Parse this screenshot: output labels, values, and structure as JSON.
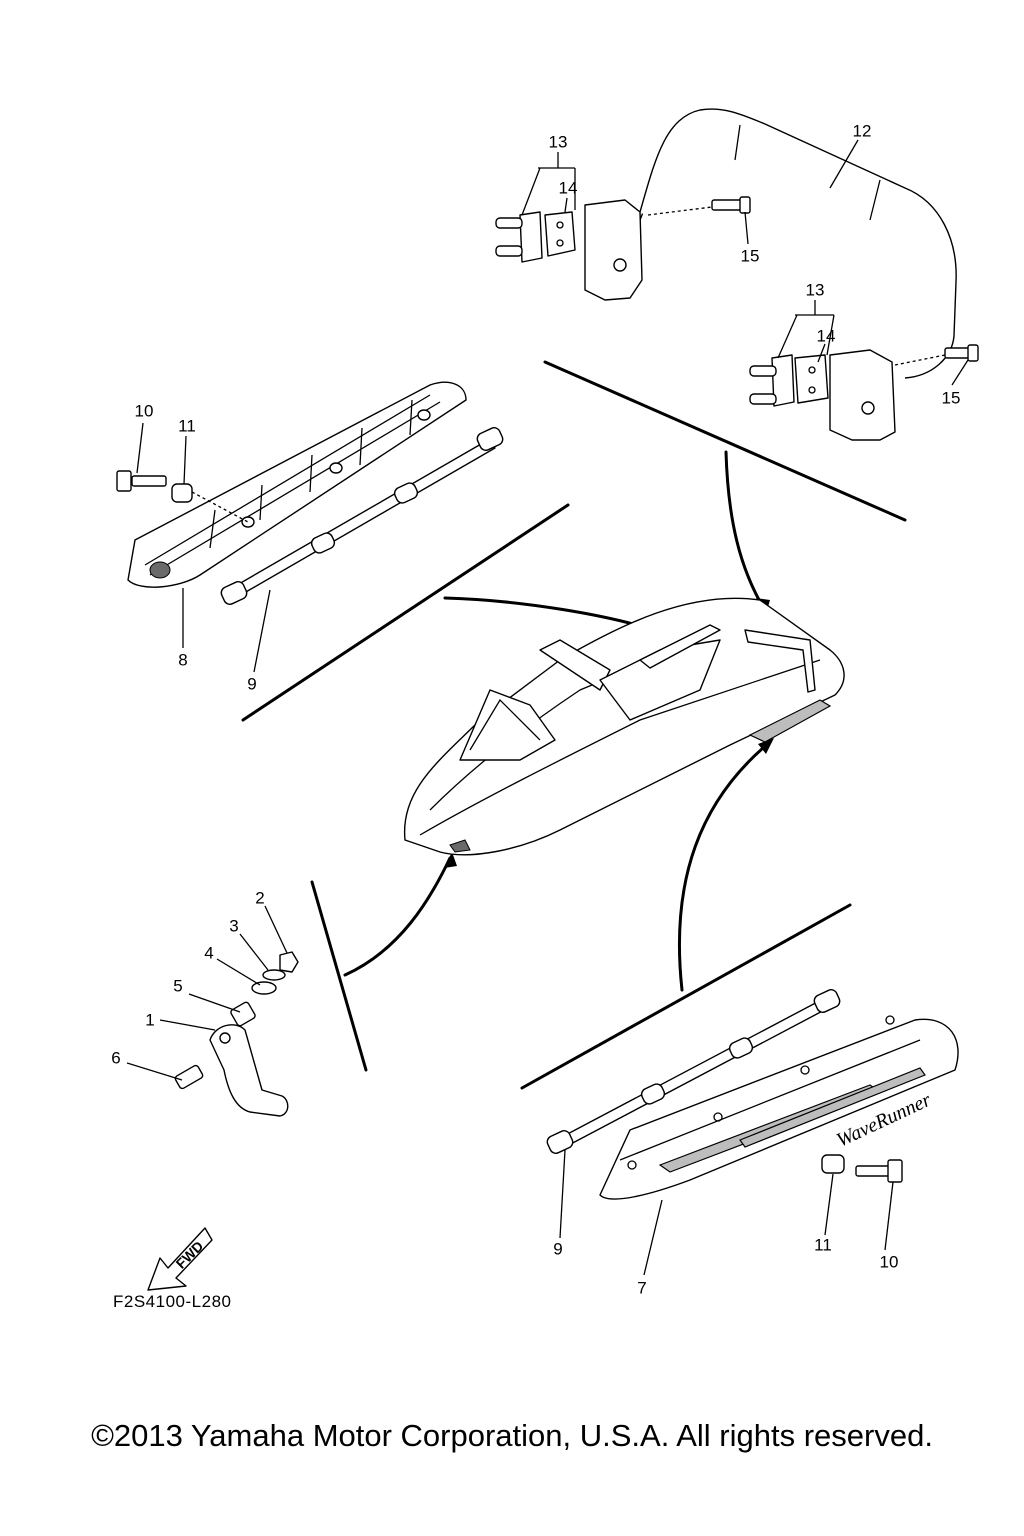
{
  "callouts": [
    {
      "id": "c-13a",
      "text": "13"
    },
    {
      "id": "c-14a",
      "text": "14"
    },
    {
      "id": "c-12",
      "text": "12"
    },
    {
      "id": "c-15a",
      "text": "15"
    },
    {
      "id": "c-13b",
      "text": "13"
    },
    {
      "id": "c-14b",
      "text": "14"
    },
    {
      "id": "c-15b",
      "text": "15"
    },
    {
      "id": "c-10a",
      "text": "10"
    },
    {
      "id": "c-11a",
      "text": "11"
    },
    {
      "id": "c-8",
      "text": "8"
    },
    {
      "id": "c-9a",
      "text": "9"
    },
    {
      "id": "c-2",
      "text": "2"
    },
    {
      "id": "c-3",
      "text": "3"
    },
    {
      "id": "c-4",
      "text": "4"
    },
    {
      "id": "c-5",
      "text": "5"
    },
    {
      "id": "c-1",
      "text": "1"
    },
    {
      "id": "c-6",
      "text": "6"
    },
    {
      "id": "c-9b",
      "text": "9"
    },
    {
      "id": "c-11b",
      "text": "11"
    },
    {
      "id": "c-10b",
      "text": "10"
    },
    {
      "id": "c-7",
      "text": "7"
    }
  ],
  "fwd_label": "FWD",
  "decal_text": "WaveRunner",
  "drawing_code": "F2S4100-L280",
  "copyright": "©2013 Yamaha Motor Corporation, U.S.A. All rights reserved."
}
